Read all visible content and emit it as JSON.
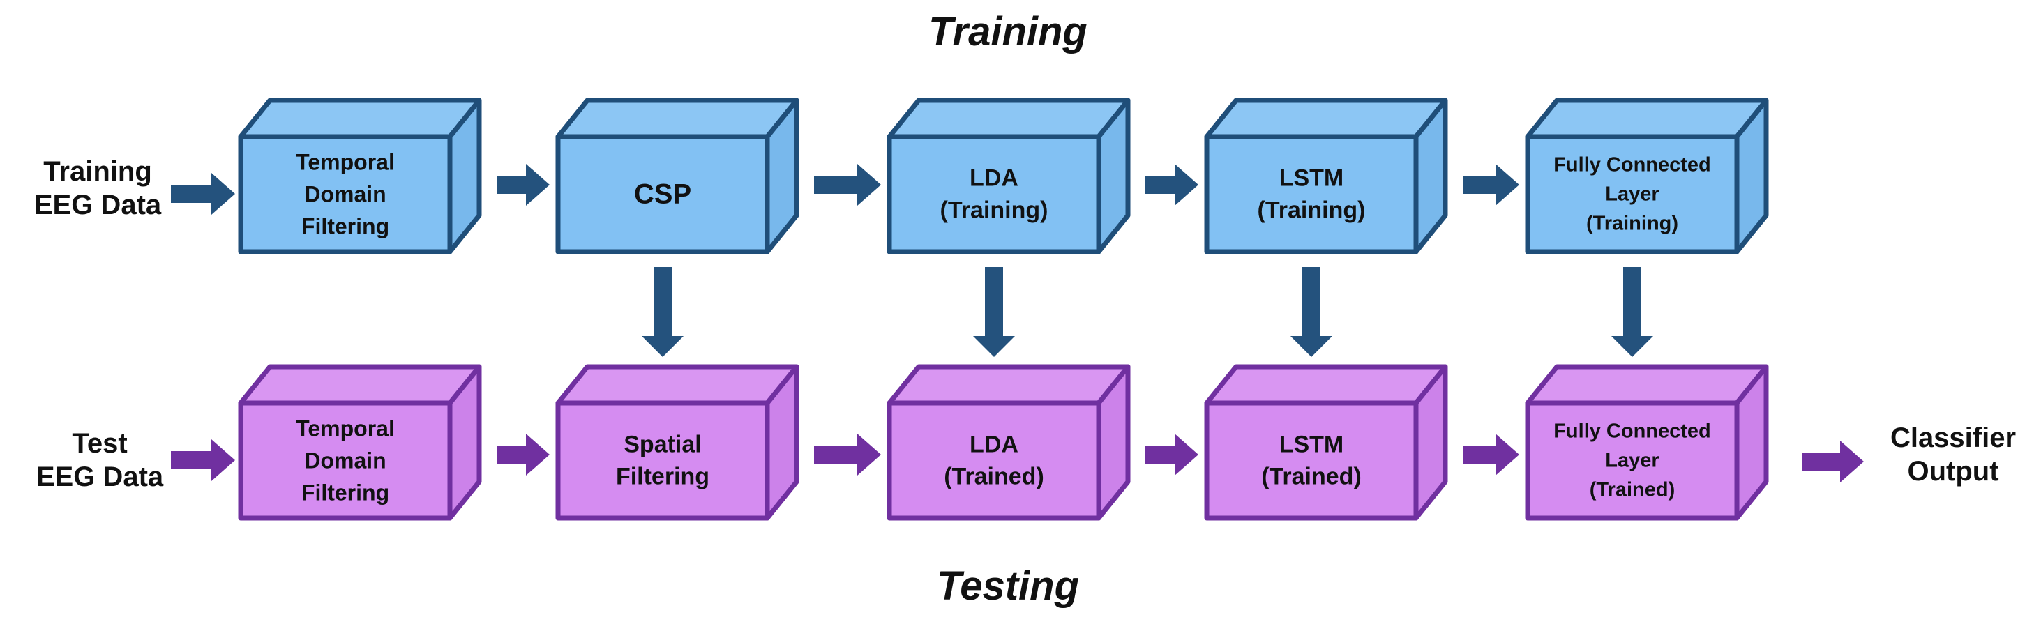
{
  "colors": {
    "training_face": "#82C1F3",
    "training_top": "#8CC6F4",
    "training_side": "#78B8EC",
    "training_stroke": "#1F4E79",
    "training_arrow": "#24527D",
    "testing_face": "#D58CF1",
    "testing_top": "#D996F2",
    "testing_side": "#CC82EA",
    "testing_stroke": "#7030A0",
    "testing_arrow": "#7030A0"
  },
  "titles": {
    "training": "Training",
    "testing": "Testing"
  },
  "inputs": {
    "training": [
      "Training",
      "EEG Data"
    ],
    "testing": [
      "Test",
      "EEG Data"
    ]
  },
  "output": [
    "Classifier",
    "Output"
  ],
  "training_row": [
    {
      "lines": [
        "Temporal",
        "Domain",
        "Filtering"
      ]
    },
    {
      "lines": [
        "CSP"
      ]
    },
    {
      "lines": [
        "LDA",
        "(Training)"
      ]
    },
    {
      "lines": [
        "LSTM",
        "(Training)"
      ]
    },
    {
      "lines": [
        "Fully Connected",
        "Layer",
        "(Training)"
      ]
    }
  ],
  "testing_row": [
    {
      "lines": [
        "Temporal",
        "Domain",
        "Filtering"
      ]
    },
    {
      "lines": [
        "Spatial",
        "Filtering"
      ]
    },
    {
      "lines": [
        "LDA",
        "(Trained)"
      ]
    },
    {
      "lines": [
        "LSTM",
        "(Trained)"
      ]
    },
    {
      "lines": [
        "Fully Connected",
        "Layer",
        "(Trained)"
      ]
    }
  ]
}
